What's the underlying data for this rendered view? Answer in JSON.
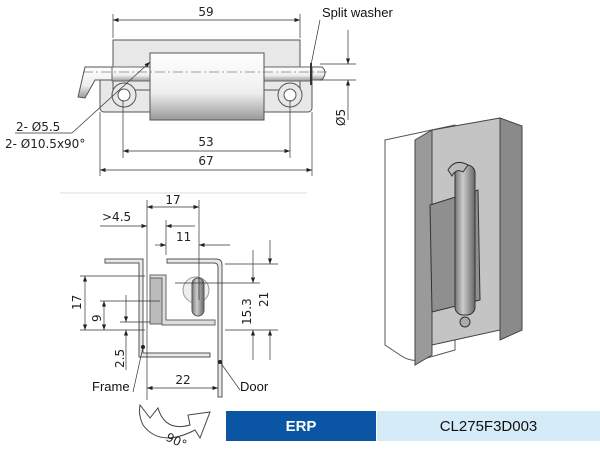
{
  "top_view": {
    "dim_width_plate": "59",
    "dim_hole_spacing": "53",
    "dim_overall": "67",
    "dim_pin_dia": "Ø5",
    "hole_note_1": "2- Ø5.5",
    "hole_note_2": "2- Ø10.5x90°",
    "split_washer_label": "Split washer"
  },
  "section_view": {
    "dim_17_top": "17",
    "dim_gap": ">4.5",
    "dim_11": "11",
    "dim_17_left": "17",
    "dim_9": "9",
    "dim_2_5": "2.5",
    "dim_15_3": "15.3",
    "dim_21": "21",
    "dim_22": "22",
    "frame_label": "Frame",
    "door_label": "Door",
    "rotation_label": "90°"
  },
  "footer": {
    "erp_label": "ERP",
    "part_code": "CL275F3D003",
    "erp_color": "#0b56a4",
    "code_bg_color": "#d5ebf8"
  }
}
